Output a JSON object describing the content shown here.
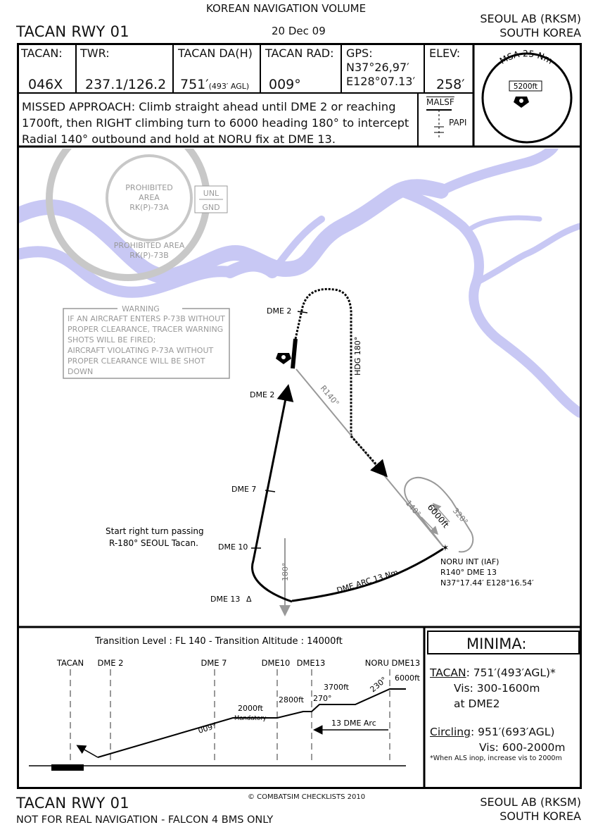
{
  "header": {
    "volume": "KOREAN NAVIGATION VOLUME",
    "title": "TACAN RWY 01",
    "date": "20 Dec 09",
    "airport": "SEOUL AB (RKSM)",
    "country": "SOUTH KOREA"
  },
  "info": {
    "tacan_label": "TACAN:",
    "tacan_value": "046X",
    "twr_label": "TWR:",
    "twr_value": "237.1/126.2",
    "da_label": "TACAN DA(H)",
    "da_value": "751′",
    "da_agl": "(493′ AGL)",
    "rad_label": "TACAN RAD:",
    "rad_value": "009°",
    "gps_label": "GPS:",
    "gps_lat": "N37°26,97′",
    "gps_lon": "E128°07.13′",
    "elev_label": "ELEV:",
    "elev_value": "258′",
    "msa_label": "MSA 25 Nm",
    "msa_alt": "5200ft"
  },
  "missed_approach": {
    "line1": "MISSED APPROACH: Climb straight ahead until DME 2 or reaching",
    "line2": "1700ft, then RIGHT climbing turn to 6000 heading 180° to intercept",
    "line3": "Radial 140° outbound and hold at NORU fix at DME 13."
  },
  "lighting": {
    "approach": "MALSF",
    "papi": "PAPI"
  },
  "plan": {
    "prohibited_a_1": "PROHIBITED",
    "prohibited_a_2": "AREA",
    "prohibited_a_3": "RK(P)-73A",
    "unl": "UNL",
    "gnd": "GND",
    "prohibited_b_1": "PROHIBITED AREA",
    "prohibited_b_2": "RK(P)-73B",
    "warning_title": "WARNING",
    "warning_lines": [
      "IF AN AIRCRAFT ENTERS P-73B WITHOUT",
      "PROPER CLEARANCE, TRACER WARNING",
      "SHOTS WILL BE FIRED;",
      "AIRCRAFT VIOLATING P-73A WITHOUT",
      "PROPER CLEARANCE WILL BE SHOT",
      "DOWN"
    ],
    "dme2_missed": "DME 2",
    "dme2_final": "DME 2",
    "dme7": "DME 7",
    "dme10": "DME 10",
    "dme13": "DME 13",
    "hdg180": "HDG 180°",
    "r140": "R140°",
    "in140": "140°",
    "out320": "320°",
    "hold_alt": "6000ft",
    "radial180": "180°",
    "dme_arc": "DME ARC 13 Nm",
    "turn_note_1": "Start right turn passing",
    "turn_note_2": "R-180° SEOUL Tacan.",
    "noru_1": "NORU INT (IAF)",
    "noru_2": "R140° DME 13",
    "noru_3": "N37°17.44′ E128°16.54′"
  },
  "profile": {
    "transition": "Transition Level : FL 140  -  Transition Altitude : 14000ft",
    "fixes": [
      "TACAN",
      "DME 2",
      "DME 7",
      "DME10",
      "DME13",
      "NORU DME13"
    ],
    "alt_2000": "2000ft",
    "mandatory": "Mandatory",
    "alt_2800": "2800ft",
    "alt_3700": "3700ft",
    "alt_6000": "6000ft",
    "crs_009": "009°",
    "crs_270": "270°",
    "crs_230": "230°",
    "arc_label": "13 DME Arc"
  },
  "minima": {
    "title": "MINIMA:",
    "tacan_label": "TACAN",
    "tacan_value": ": 751′(493′AGL)*",
    "tacan_vis": "Vis: 300-1600m",
    "tacan_at": "at DME2",
    "circ_label": "Circling",
    "circ_value": ": 951′(693′AGL)",
    "circ_vis": "Vis: 600-2000m",
    "note": "*When ALS inop, increase vis to 2000m"
  },
  "footer": {
    "title": "TACAN RWY 01",
    "copyright": "© COMBATSIM CHECKLISTS 2010",
    "disclaimer": "NOT FOR REAL NAVIGATION - FALCON 4 BMS ONLY",
    "airport": "SEOUL AB (RKSM)",
    "country": "SOUTH KOREA"
  },
  "colors": {
    "river": "#c8c8f4",
    "prohibited": "#c8c8c8",
    "warning": "#9a9a9a",
    "radial": "#999999"
  }
}
